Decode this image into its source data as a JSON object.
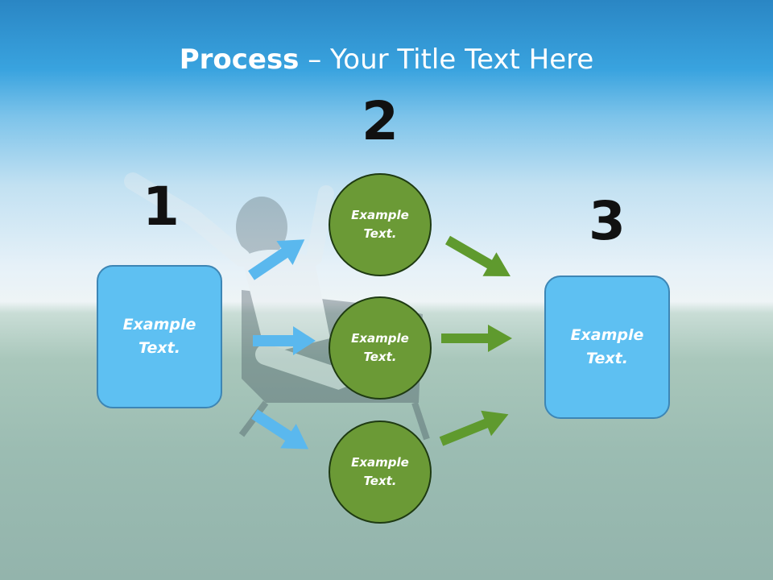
{
  "title": {
    "bold": "Process",
    "rest": " – Your Title Text Here"
  },
  "numbers": [
    "1",
    "2",
    "3"
  ],
  "left_box": {
    "line1": "Example",
    "line2": "Text."
  },
  "circles": [
    {
      "line1": "Example",
      "line2": "Text."
    },
    {
      "line1": "Example",
      "line2": "Text."
    },
    {
      "line1": "Example",
      "line2": "Text."
    }
  ],
  "right_box": {
    "line1": "Example",
    "line2": "Text."
  },
  "colors": {
    "box_fill": "#5ec0f2",
    "circle_fill": "#6b9a36",
    "blue_arrow": "#5ab8ee",
    "green_arrow": "#5f9a2e"
  }
}
